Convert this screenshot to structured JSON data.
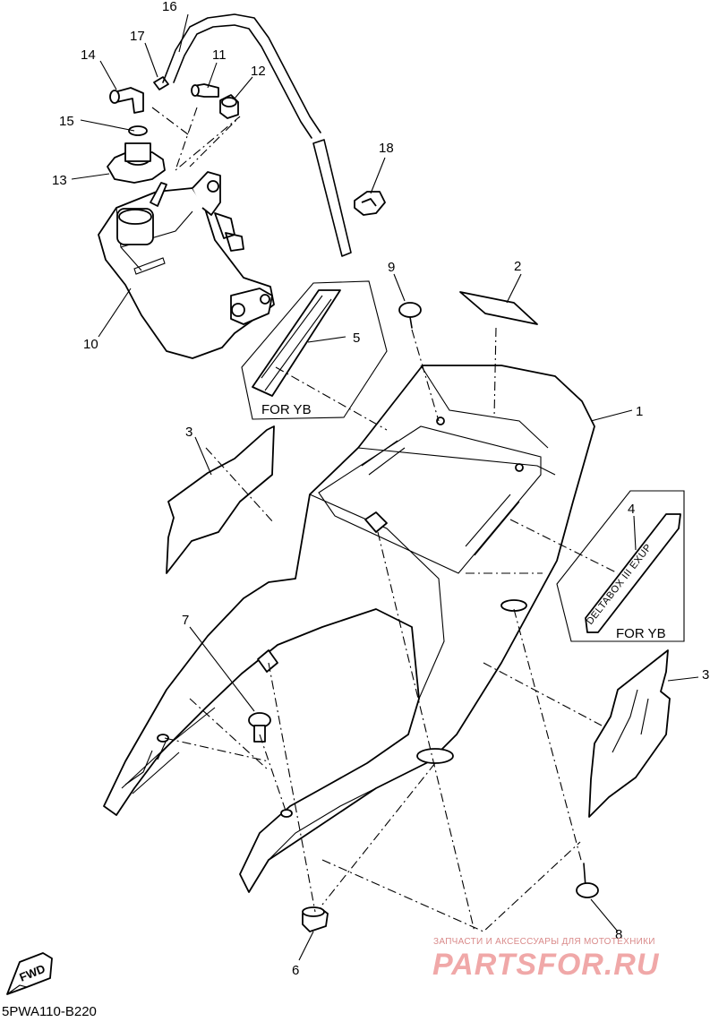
{
  "labels": {
    "n1": "1",
    "n2": "2",
    "n3a": "3",
    "n3b": "3",
    "n4": "4",
    "n5": "5",
    "n6": "6",
    "n7": "7",
    "n8": "8",
    "n9": "9",
    "n10": "10",
    "n11": "11",
    "n12": "12",
    "n13": "13",
    "n14": "14",
    "n15": "15",
    "n16": "16",
    "n17": "17",
    "n18": "18"
  },
  "notes": {
    "for_yb_left": "FOR YB",
    "for_yb_right": "FOR YB"
  },
  "decal_text": "DELTABOX III EXUP",
  "fwd": "FWD",
  "diagram_code": "5PWA110-B220",
  "watermark": {
    "small": "ЗАПЧАСТИ И АКСЕССУАРЫ ДЛЯ МОТОТЕХНИКИ",
    "big": "PARTSFOR.RU"
  }
}
